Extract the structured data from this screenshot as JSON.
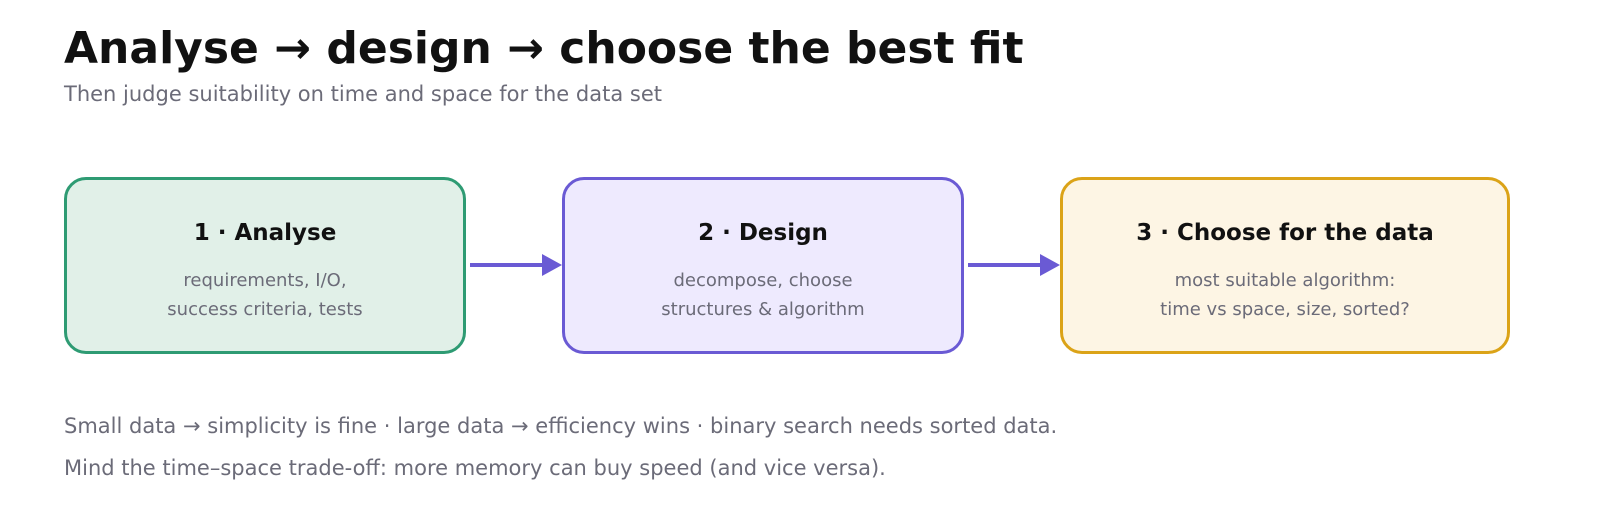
{
  "title": "Analyse → design → choose the best fit",
  "subtitle": "Then judge suitability on time and space for the data set",
  "stages": [
    {
      "title": "1 · Analyse",
      "desc": [
        "requirements, I/O,",
        "success criteria, tests"
      ],
      "border_color": "#2e9b73",
      "fill_color": "#e1f0e8"
    },
    {
      "title": "2 · Design",
      "desc": [
        "decompose, choose",
        "structures & algorithm"
      ],
      "border_color": "#6a5ad4",
      "fill_color": "#eeeafe"
    },
    {
      "title": "3 · Choose for the data",
      "desc": [
        "most suitable algorithm:",
        "time vs space, size, sorted?"
      ],
      "border_color": "#dba318",
      "fill_color": "#fdf5e4"
    }
  ],
  "arrow_color": "#6a5ad4",
  "notes": [
    "Small data → simplicity is fine · large data → efficiency wins · binary search needs sorted data.",
    "Mind the time–space trade-off: more memory can buy speed (and vice versa)."
  ]
}
